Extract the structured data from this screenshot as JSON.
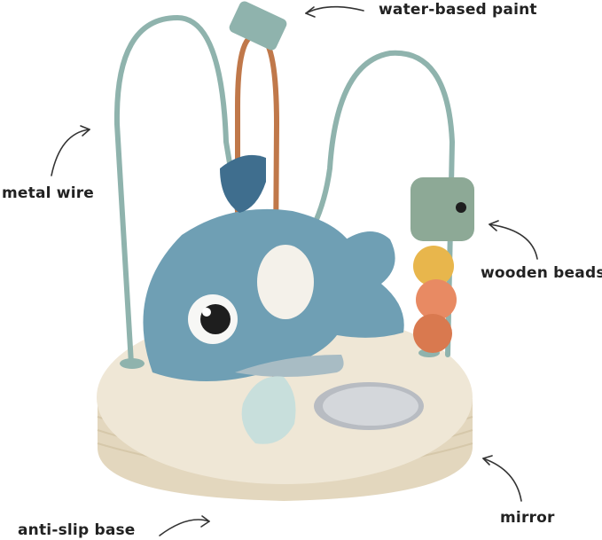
{
  "annotations": {
    "water_based_paint": "water-based paint",
    "metal_wire": "metal wire",
    "wooden_beads": "wooden beads",
    "anti_slip_base": "anti-slip base",
    "mirror": "mirror"
  },
  "colors": {
    "background": "#ffffff",
    "label_text": "#222222",
    "arrow": "#333333",
    "wood_base": "#efe7d6",
    "wood_edge": "#ddd0b6",
    "wire_sage": "#8fb3ad",
    "wire_copper": "#c0784a",
    "whale_blue": "#6f9fb4",
    "bead_green": "#8da996",
    "bead_yellow": "#e8b64c",
    "bead_coral": "#e88a63",
    "bead_terracotta": "#d9794f",
    "mirror": "#c9ccd0"
  },
  "icons": [
    "curved-arrow-icon"
  ]
}
